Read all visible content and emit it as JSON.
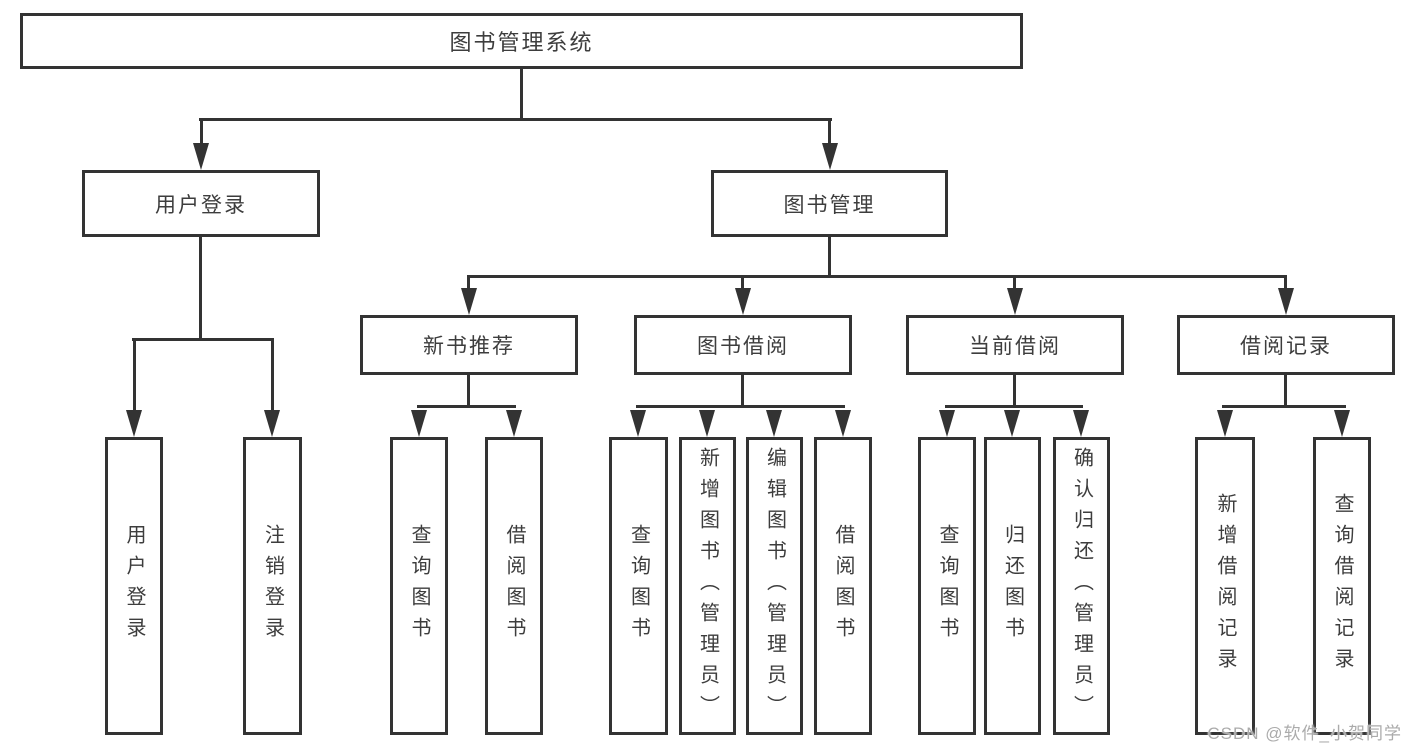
{
  "nodes": {
    "root": "图书管理系统",
    "user_login": "用户登录",
    "book_mgmt": "图书管理",
    "new_books": "新书推荐",
    "book_borrow": "图书借阅",
    "current_borrow": "当前借阅",
    "borrow_records": "借阅记录",
    "ul_login": "用户登录",
    "ul_logout": "注销登录",
    "nb_query": "查询图书",
    "nb_borrow": "借阅图书",
    "bb_query": "查询图书",
    "bb_add": "新增图书（管理员）",
    "bb_edit": "编辑图书（管理员）",
    "bb_borrow": "借阅图书",
    "cb_query": "查询图书",
    "cb_return": "归还图书",
    "cb_confirm": "确认归还（管理员）",
    "br_add": "新增借阅记录",
    "br_query": "查询借阅记录"
  },
  "hierarchy": {
    "图书管理系统": [
      "用户登录",
      "图书管理"
    ],
    "用户登录": [
      "用户登录",
      "注销登录"
    ],
    "图书管理": [
      "新书推荐",
      "图书借阅",
      "当前借阅",
      "借阅记录"
    ],
    "新书推荐": [
      "查询图书",
      "借阅图书"
    ],
    "图书借阅": [
      "查询图书",
      "新增图书（管理员）",
      "编辑图书（管理员）",
      "借阅图书"
    ],
    "当前借阅": [
      "查询图书",
      "归还图书",
      "确认归还（管理员）"
    ],
    "借阅记录": [
      "新增借阅记录",
      "查询借阅记录"
    ]
  },
  "watermark": "CSDN @软件_小贺同学",
  "colors": {
    "line": "#333333",
    "text": "#3d3d3d",
    "background": "#ffffff",
    "watermark": "#ababab"
  }
}
